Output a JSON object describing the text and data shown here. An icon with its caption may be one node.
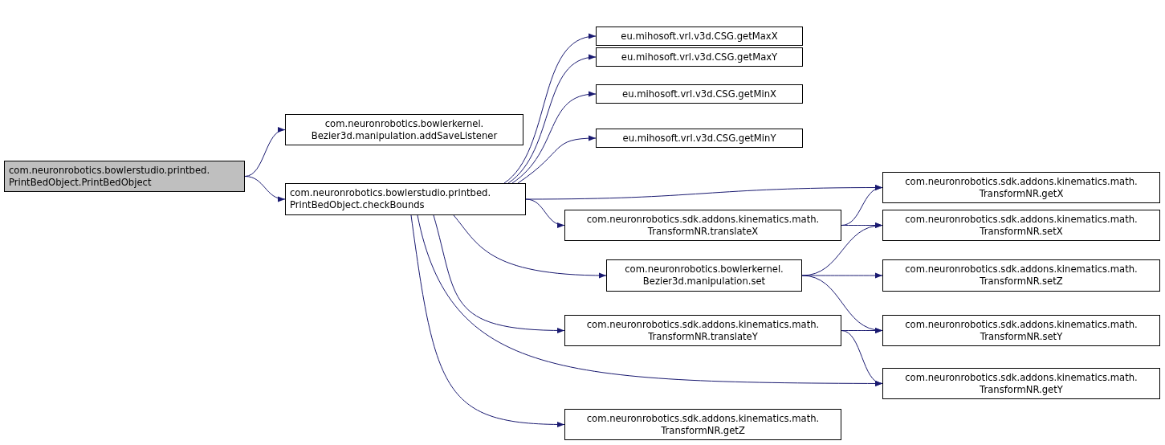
{
  "diagram": {
    "nodes": [
      {
        "text": [
          "com.neuronrobotics.bowlerstudio.printbed. PrintBedObject.PrintBedObject"
        ]
      },
      {
        "text": [
          "com.neuronrobotics.bowlerkernel. Bezier3d.manipulation.addSaveListener"
        ]
      },
      {
        "text": [
          "com.neuronrobotics.bowlerstudio.printbed. PrintBedObject.checkBounds"
        ]
      },
      {
        "text": [
          "eu.mihosoft.vrl.v3d.CSG.getMaxX"
        ]
      },
      {
        "text": [
          "eu.mihosoft.vrl.v3d.CSG.getMaxY"
        ]
      },
      {
        "text": [
          "eu.mihosoft.vrl.v3d.CSG.getMinX"
        ]
      },
      {
        "text": [
          "eu.mihosoft.vrl.v3d.CSG.getMinY"
        ]
      },
      {
        "text": [
          "com.neuronrobotics.sdk.addons.kinematics.math. TransformNR.getX"
        ]
      },
      {
        "text": [
          "com.neuronrobotics.sdk.addons.kinematics.math. TransformNR.translateX"
        ]
      },
      {
        "text": [
          "com.neuronrobotics.sdk.addons.kinematics.math. TransformNR.setX"
        ]
      },
      {
        "text": [
          "com.neuronrobotics.bowlerkernel. Bezier3d.manipulation.set"
        ]
      },
      {
        "text": [
          "com.neuronrobotics.sdk.addons.kinematics.math. TransformNR.setZ"
        ]
      },
      {
        "text": [
          "com.neuronrobotics.sdk.addons.kinematics.math. TransformNR.translateY"
        ]
      },
      {
        "text": [
          "com.neuronrobotics.sdk.addons.kinematics.math. TransformNR.setY"
        ]
      },
      {
        "text": [
          "com.neuronrobotics.sdk.addons.kinematics.math. TransformNR.getY"
        ]
      },
      {
        "text": [
          "com.neuronrobotics.sdk.addons.kinematics.math. TransformNR.getZ"
        ]
      }
    ],
    "edges": [
      {
        "from": 0,
        "to": 1,
        "arrow": "to"
      },
      {
        "from": 0,
        "to": 2,
        "arrow": "to"
      },
      {
        "from": 2,
        "to": 3,
        "arrow": "to"
      },
      {
        "from": 2,
        "to": 4,
        "arrow": "to"
      },
      {
        "from": 2,
        "to": 5,
        "arrow": "to"
      },
      {
        "from": 2,
        "to": 6,
        "arrow": "to"
      },
      {
        "from": 2,
        "to": 7,
        "arrow": "to"
      },
      {
        "from": 2,
        "to": 8,
        "arrow": "to"
      },
      {
        "from": 2,
        "to": 10,
        "arrow": "to"
      },
      {
        "from": 2,
        "to": 12,
        "arrow": "to"
      },
      {
        "from": 2,
        "to": 14,
        "arrow": "to"
      },
      {
        "from": 2,
        "to": 15,
        "arrow": "to"
      },
      {
        "from": 8,
        "to": 7,
        "arrow": "to"
      },
      {
        "from": 8,
        "to": 9,
        "arrow": "to"
      },
      {
        "from": 10,
        "to": 9,
        "arrow": "to"
      },
      {
        "from": 10,
        "to": 11,
        "arrow": "to"
      },
      {
        "from": 10,
        "to": 13,
        "arrow": "to"
      },
      {
        "from": 12,
        "to": 13,
        "arrow": "to"
      },
      {
        "from": 12,
        "to": 14,
        "arrow": "to"
      }
    ]
  }
}
